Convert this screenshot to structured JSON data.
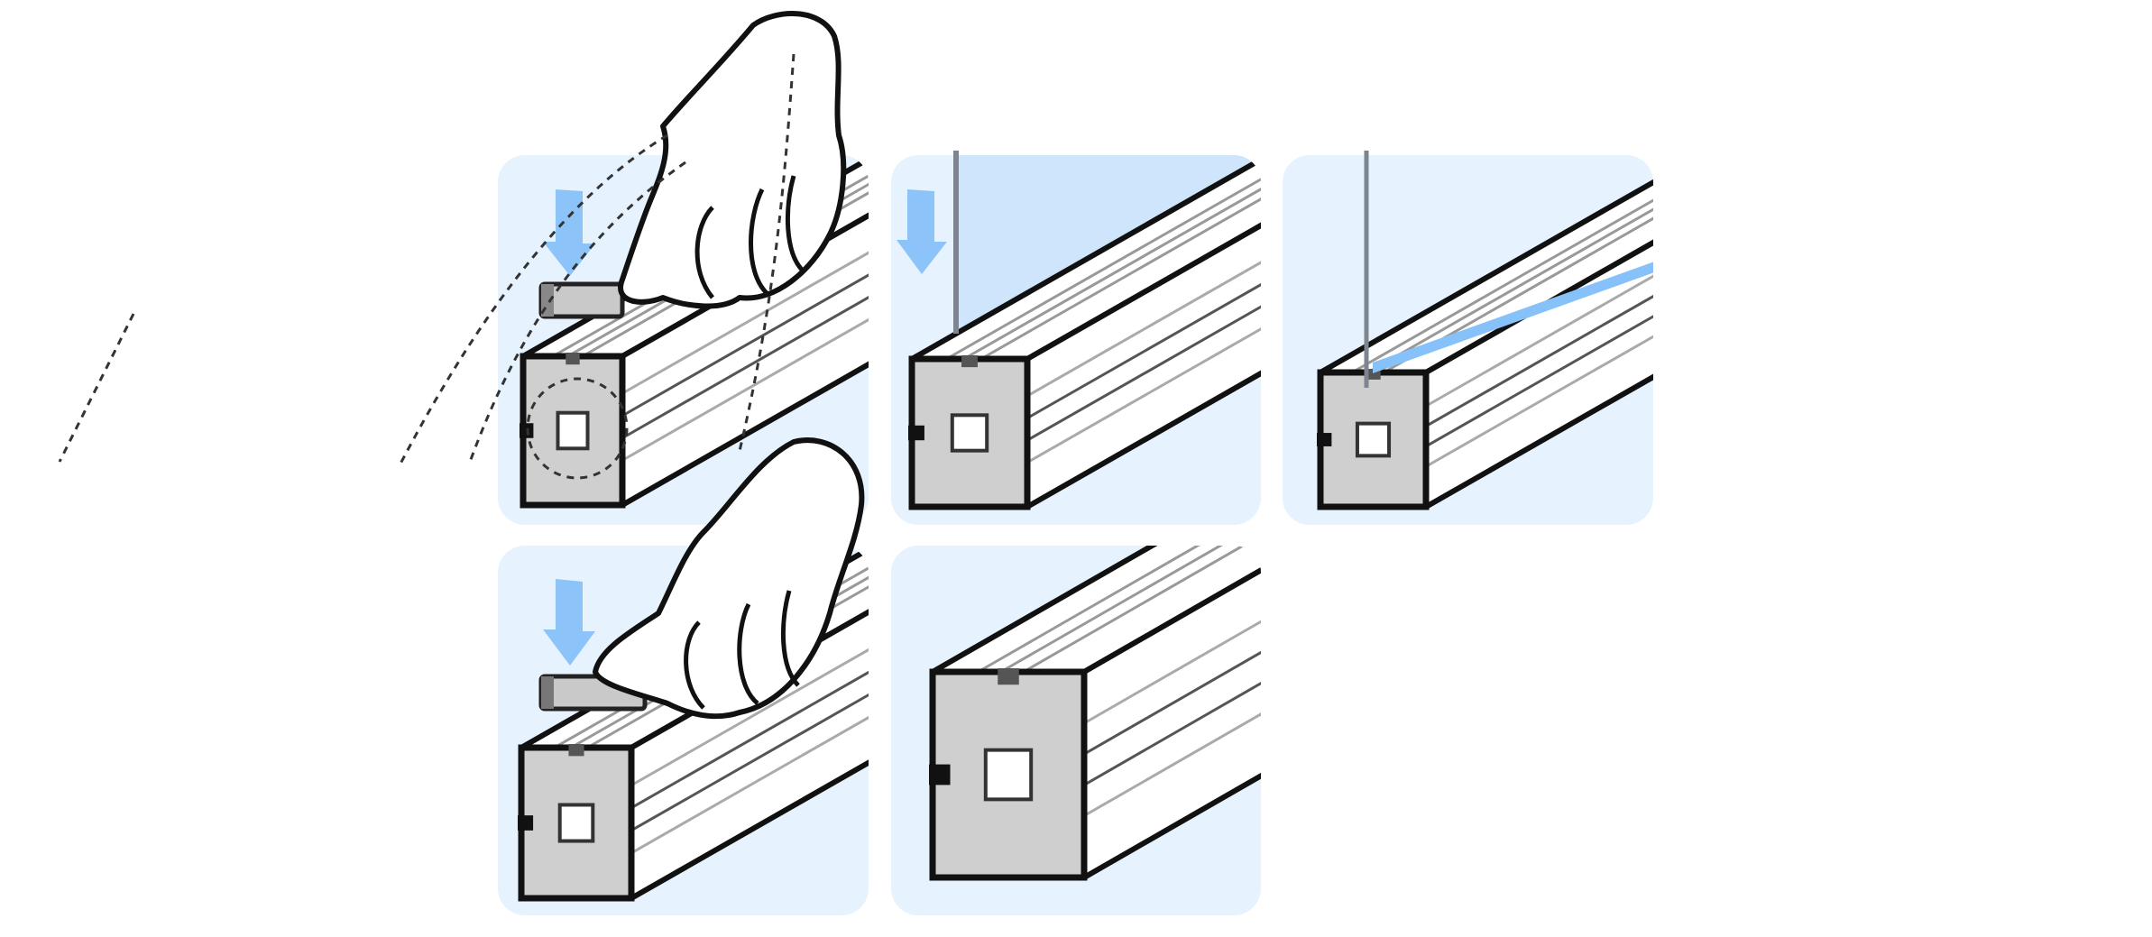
{
  "colors": {
    "panel": "#e6f2fe",
    "glass": "#cfe5fb",
    "arrow": "#8cc4fa",
    "stripe": "#86c1fa",
    "outline": "#111111",
    "profile_face": "#cfcfcf"
  },
  "panels": [
    {
      "id": "step-1",
      "content": "hand-pressing-strip-into-profile"
    },
    {
      "id": "step-2",
      "content": "glass-pane-inserted-into-profile"
    },
    {
      "id": "step-3",
      "content": "glass-pane-with-seal-strip"
    },
    {
      "id": "step-4",
      "content": "hand-pressing-strip-into-profile"
    },
    {
      "id": "step-5",
      "content": "profile-end-view"
    }
  ]
}
